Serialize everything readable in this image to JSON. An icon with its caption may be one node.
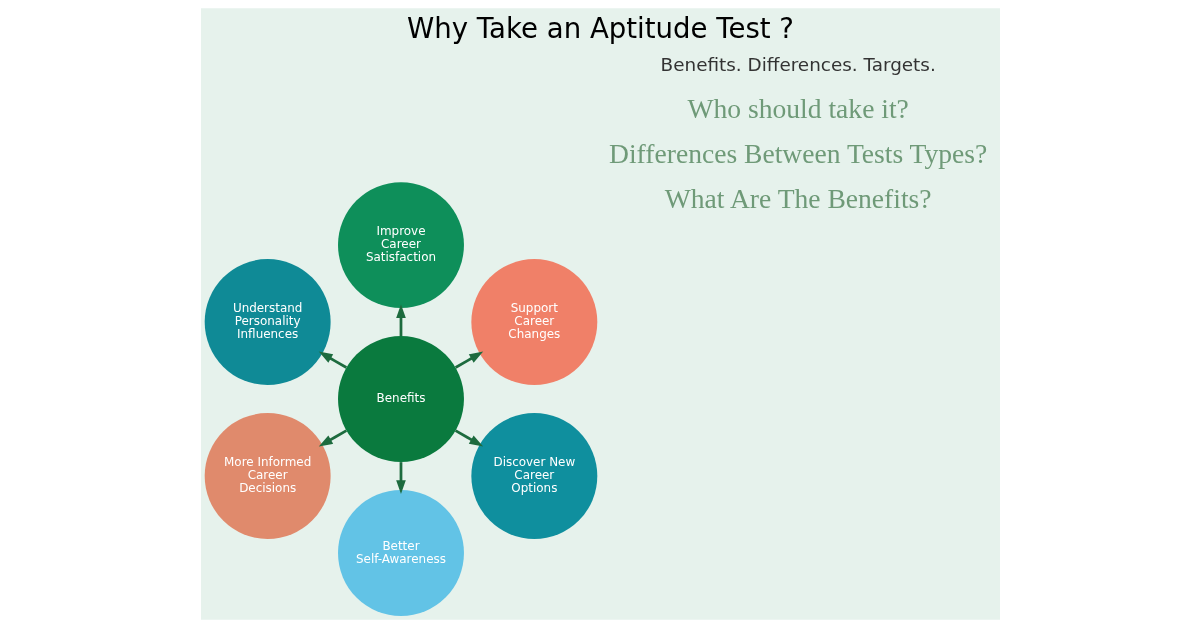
{
  "diagram": {
    "title": "Why Take an Aptitude Test ?",
    "nodes": [
      {
        "text": [
          "Support Career Changes"
        ]
      },
      {
        "text": [
          "Improve Career Satisfaction"
        ]
      },
      {
        "text": [
          "Understand Personality Influences"
        ]
      },
      {
        "text": [
          "Benefits"
        ]
      },
      {
        "text": [
          "More Informed Career Decisions"
        ]
      },
      {
        "text": [
          "Better Self-Awareness"
        ]
      },
      {
        "text": [
          "Discover New Career Options"
        ]
      }
    ],
    "edges": [
      {
        "from": 3,
        "to": 0,
        "arrow": "to"
      },
      {
        "from": 3,
        "to": 1,
        "arrow": "to"
      },
      {
        "from": 3,
        "to": 2,
        "arrow": "to"
      },
      {
        "from": 3,
        "to": 4,
        "arrow": "to"
      },
      {
        "from": 3,
        "to": 5,
        "arrow": "to"
      },
      {
        "from": 3,
        "to": 6,
        "arrow": "to"
      }
    ],
    "labels": [
      "What Are The Benefits?",
      "Differences Between Tests Types?",
      "Who should take it?",
      "Benefits. Differences. Targets."
    ]
  }
}
